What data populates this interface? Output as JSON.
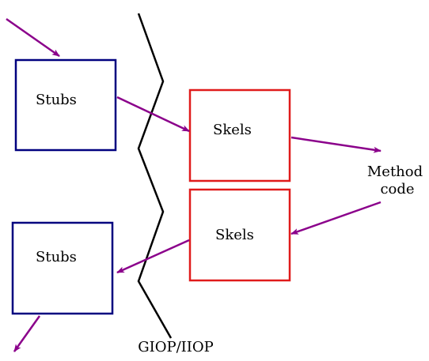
{
  "labels": {
    "stubs_top": "Stubs",
    "stubs_bottom": "Stubs",
    "skels_top": "Skels",
    "skels_bottom": "Skels",
    "method_line1": "Method",
    "method_line2": "code",
    "giop_iiop": "GIOP/IIOP"
  },
  "colors": {
    "stubs_box": "#00007f",
    "skels_box": "#e01b1b",
    "arrow": "#8b008b",
    "boundary_line": "#000000"
  }
}
